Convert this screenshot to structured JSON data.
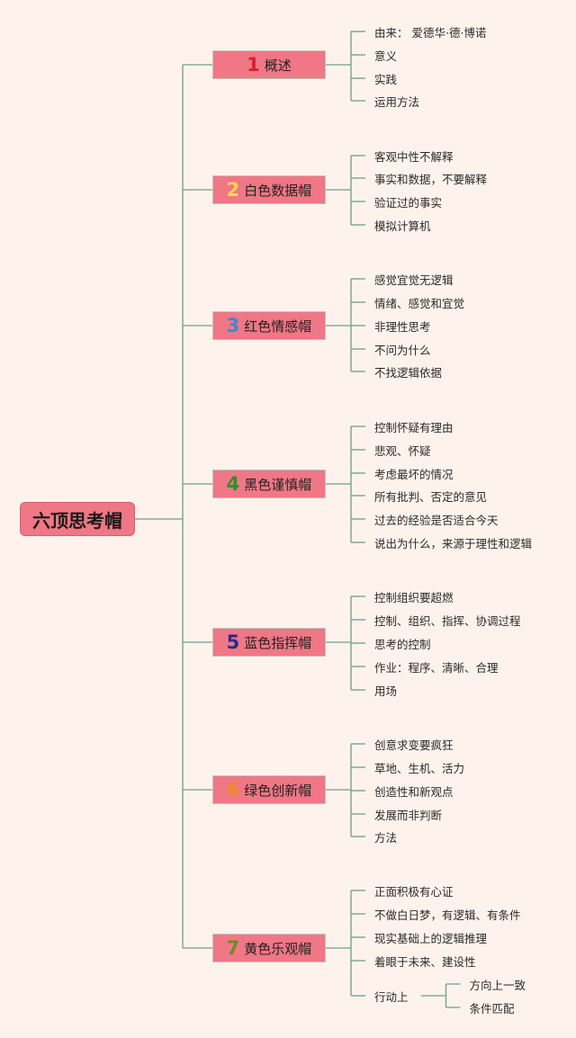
{
  "root": {
    "label": "六顶思考帽"
  },
  "branches": [
    {
      "num": "1",
      "num_color": "#d8202f",
      "label": "概述",
      "items": [
        {
          "label": "由来： 爱德华·德·博诺"
        },
        {
          "label": "意义"
        },
        {
          "label": "实践"
        },
        {
          "label": "运用方法"
        }
      ]
    },
    {
      "num": "2",
      "num_color": "#f5d64a",
      "label": "白色数据帽",
      "items": [
        {
          "label": "客观中性不解释"
        },
        {
          "label": "事实和数据，不要解释"
        },
        {
          "label": "验证过的事实"
        },
        {
          "label": "模拟计算机"
        }
      ]
    },
    {
      "num": "3",
      "num_color": "#3f86d0",
      "label": "红色情感帽",
      "items": [
        {
          "label": "感觉宜觉无逻辑"
        },
        {
          "label": "情绪、感觉和宜觉"
        },
        {
          "label": "非理性思考"
        },
        {
          "label": "不问为什么"
        },
        {
          "label": "不找逻辑依据"
        }
      ]
    },
    {
      "num": "4",
      "num_color": "#2e8f2e",
      "label": "黑色谨慎帽",
      "items": [
        {
          "label": "控制怀疑有理由"
        },
        {
          "label": "悲观、怀疑"
        },
        {
          "label": "考虑最坏的情况"
        },
        {
          "label": "所有批判、否定的意见"
        },
        {
          "label": "过去的经验是否适合今天"
        },
        {
          "label": "说出为什么，来源于理性和逻辑"
        }
      ]
    },
    {
      "num": "5",
      "num_color": "#2b2b8c",
      "label": "蓝色指挥帽",
      "items": [
        {
          "label": "控制组织要超燃"
        },
        {
          "label": "控制、组织、指挥、协调过程"
        },
        {
          "label": "思考的控制"
        },
        {
          "label": "作业：程序、清晰、合理"
        },
        {
          "label": "用场"
        }
      ]
    },
    {
      "num": "6",
      "num_color": "#f08a24",
      "label": "绿色创新帽",
      "items": [
        {
          "label": "创意求变要疯狂"
        },
        {
          "label": "草地、生机、活力"
        },
        {
          "label": "创造性和新观点"
        },
        {
          "label": "发展而非判断"
        },
        {
          "label": "方法"
        }
      ]
    },
    {
      "num": "7",
      "num_color": "#6e8a22",
      "label": "黄色乐观帽",
      "items": [
        {
          "label": "正面积极有心证"
        },
        {
          "label": "不做白日梦，有逻辑、有条件"
        },
        {
          "label": "现实基础上的逻辑推理"
        },
        {
          "label": "着眼于未来、建设性"
        },
        {
          "label": "行动上",
          "children": [
            {
              "label": "方向上一致"
            },
            {
              "label": "条件匹配"
            }
          ]
        }
      ]
    }
  ],
  "colors": {
    "background": "#fdf3ec",
    "node_fill": "#f07785",
    "connector": "#6f9f86"
  }
}
